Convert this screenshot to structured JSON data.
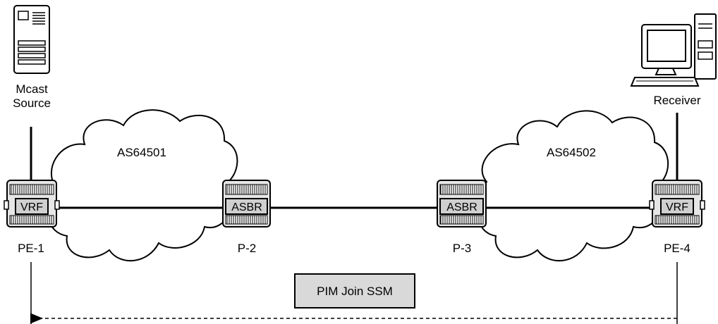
{
  "hosts": {
    "source_label_line1": "Mcast",
    "source_label_line2": "Source",
    "receiver_label": "Receiver"
  },
  "clouds": {
    "left_as": "AS64501",
    "right_as": "AS64502"
  },
  "routers": {
    "pe1": {
      "name": "PE-1",
      "tag": "VRF"
    },
    "p2": {
      "name": "P-2",
      "tag": "ASBR"
    },
    "p3": {
      "name": "P-3",
      "tag": "ASBR"
    },
    "pe4": {
      "name": "PE-4",
      "tag": "VRF"
    }
  },
  "signal": {
    "label": "PIM Join SSM",
    "direction": "PE-4 to PE-1"
  },
  "colors": {
    "box_fill": "#d9d9d9",
    "router_body": "#e6e6e6",
    "stroke": "#000000"
  }
}
